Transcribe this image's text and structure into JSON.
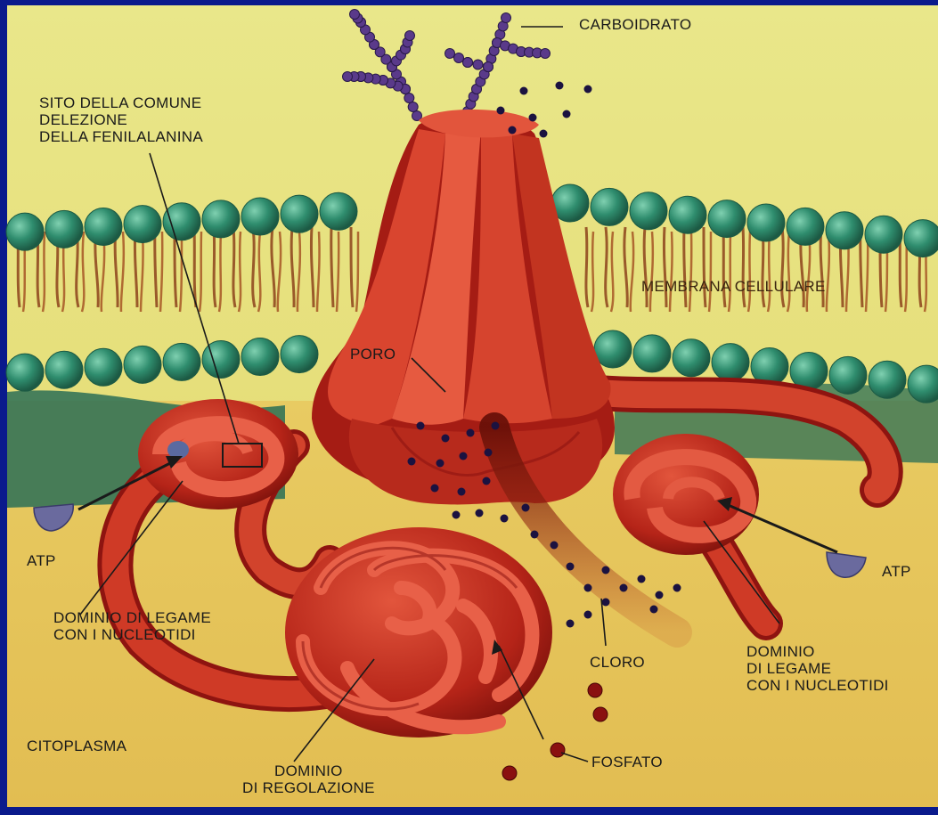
{
  "labels": {
    "carboidrato": "CARBOIDRATO",
    "sito": [
      "SITO DELLA COMUNE",
      "DELEZIONE",
      "DELLA FENILALANINA"
    ],
    "membrana": "MEMBRANA CELLULARE",
    "poro": "PORO",
    "atp_left": "ATP",
    "atp_right": "ATP",
    "dominio_left": [
      "DOMINIO DI LEGAME",
      "CON I NUCLEOTIDI"
    ],
    "dominio_right": [
      "DOMINIO",
      "DI LEGAME",
      "CON I NUCLEOTIDI"
    ],
    "cloro": "CLORO",
    "citoplasma": "CITOPLASMA",
    "dominio_regolazione": [
      "DOMINIO",
      "DI REGOLAZIONE"
    ],
    "fosfato": "FOSFATO"
  },
  "colors": {
    "frame_blue": "#0a1a8c",
    "extracellular": "#e7e37a",
    "cytoplasm": "#e6c55a",
    "lipid_head": "#2f8d6e",
    "lipid_tail": "#9a5a2a",
    "protein": "#c8281c",
    "protein_dark": "#8e1410",
    "carbohydrate": "#5a3a8a",
    "chloride_ion": "#1b1240",
    "atp": "#6a6a9e",
    "phosphate": "#8a1010"
  }
}
